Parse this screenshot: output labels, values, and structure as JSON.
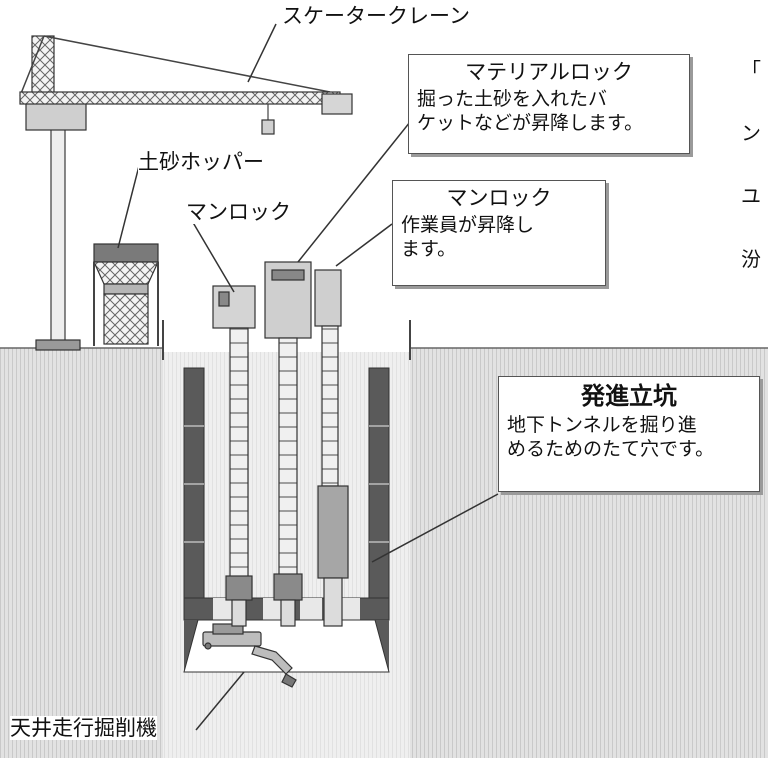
{
  "labels": {
    "crane": "スケータークレーン",
    "hopper": "土砂ホッパー",
    "man_lock_left": "マンロック",
    "excavator": "天井走行掘削機"
  },
  "callouts": {
    "material_lock": {
      "title": "マテリアルロック",
      "line1": "掘った土砂を入れたバ",
      "line2": "ケットなどが昇降します。"
    },
    "man_lock": {
      "title": "マンロック",
      "line1": "作業員が昇降し",
      "line2": "ます。"
    },
    "shaft": {
      "title": "発進立坑",
      "line1": "地下トンネルを掘り進",
      "line2": "めるためのたて穴です。"
    }
  },
  "edge_text": [
    "「",
    "ン",
    "ユ",
    "汾"
  ],
  "colors": {
    "ground": "#dcdcdc",
    "wall_block": "#5a5a5a",
    "line": "#333333",
    "equipment": "#888888"
  }
}
